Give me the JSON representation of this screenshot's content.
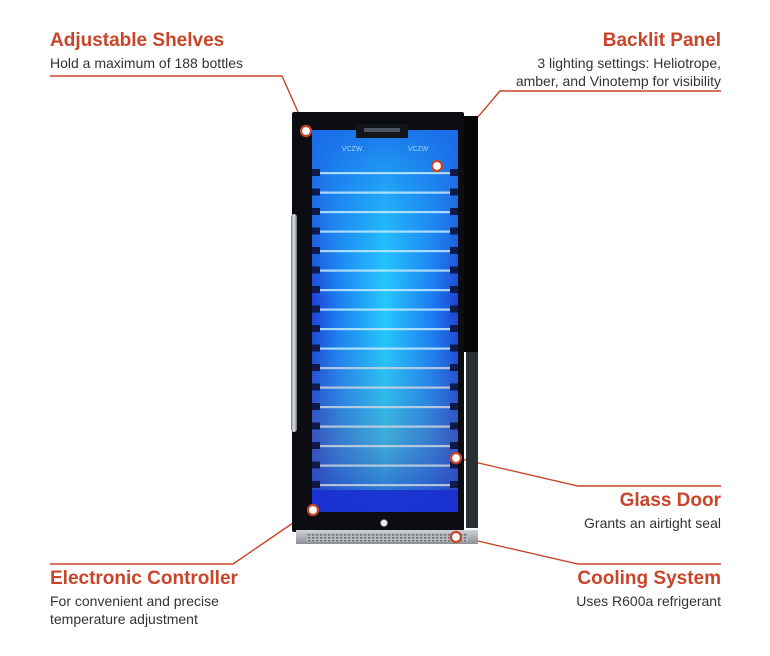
{
  "callouts": {
    "shelves": {
      "title": "Adjustable Shelves",
      "desc": "Hold a maximum of 188 bottles"
    },
    "backlit": {
      "title": "Backlit Panel",
      "desc_line1": "3 lighting settings: Heliotrope,",
      "desc_line2": "amber, and Vinotemp for visibility"
    },
    "glass": {
      "title": "Glass Door",
      "desc": "Grants an airtight seal"
    },
    "cooling": {
      "title": "Cooling System",
      "desc": "Uses R600a refrigerant"
    },
    "controller": {
      "title": "Electronic Controller",
      "desc_line1": "For convenient and precise",
      "desc_line2": "temperature adjustment"
    }
  },
  "colors": {
    "accent": "#c9452a",
    "glow": "#1aa8ff",
    "glow_deep": "#1d3fd6",
    "cabinet": "#0b0d12"
  },
  "panel_logos": [
    "VCZW",
    "VCZW"
  ]
}
